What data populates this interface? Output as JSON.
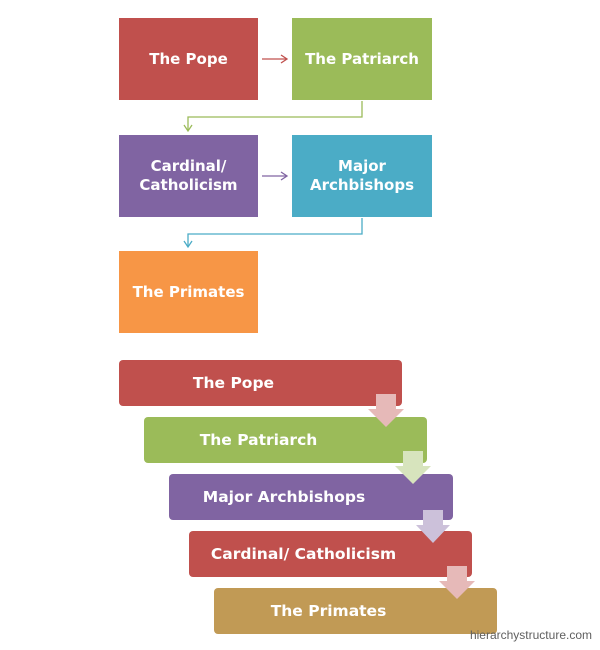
{
  "top_diagram": {
    "boxes": [
      {
        "label": "The Pope",
        "color": "#c0504d"
      },
      {
        "label": "The Patriarch",
        "color": "#9bbb59"
      },
      {
        "label": "Cardinal/ Catholicism",
        "color": "#8064a2"
      },
      {
        "label": "Major Archbishops",
        "color": "#4bacc6"
      },
      {
        "label": "The Primates",
        "color": "#f79646"
      }
    ]
  },
  "bottom_diagram": {
    "bars": [
      {
        "label": "The Pope",
        "color": "#c0504d"
      },
      {
        "label": "The Patriarch",
        "color": "#9bbb59"
      },
      {
        "label": "Major Archbishops",
        "color": "#8064a2"
      },
      {
        "label": "Cardinal/ Catholicism",
        "color": "#c0504d"
      },
      {
        "label": "The Primates",
        "color": "#c19a55"
      }
    ],
    "arrow_colors": [
      "#e6b9b8",
      "#d7e4bd",
      "#ccc1da",
      "#e6b9b8"
    ]
  },
  "watermark": "hierarchystructure.com"
}
